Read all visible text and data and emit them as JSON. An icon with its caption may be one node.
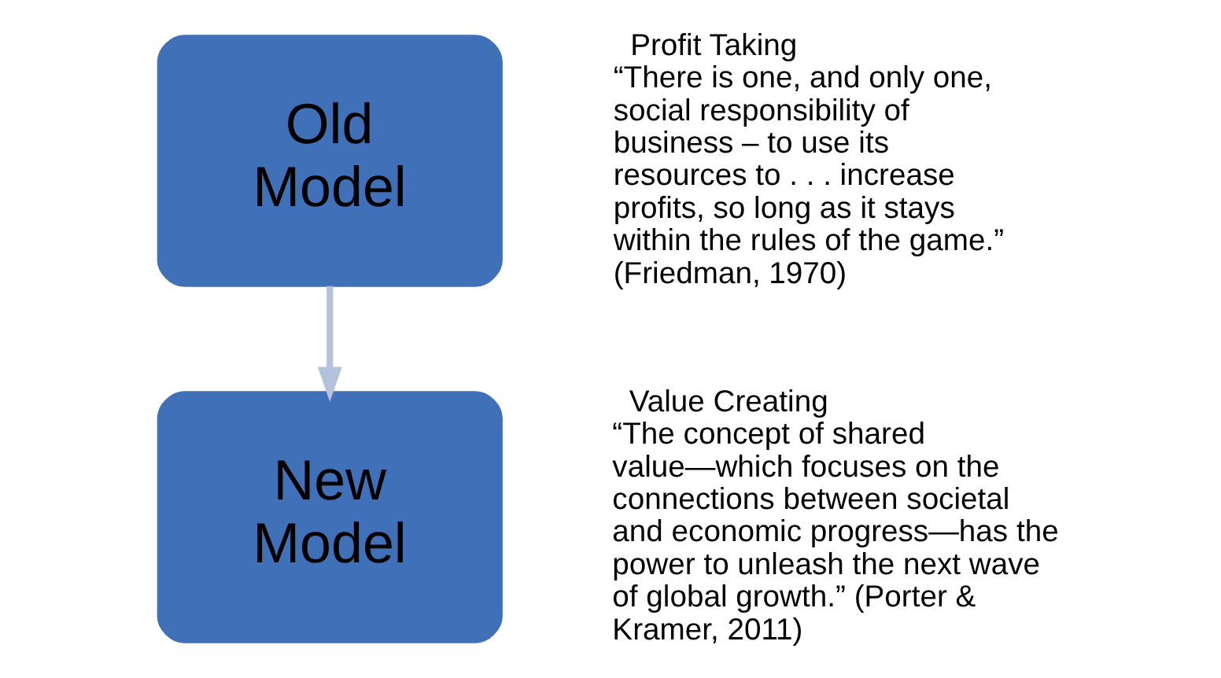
{
  "diagram": {
    "nodes": [
      {
        "text": [
          "Old Model"
        ],
        "beside": [
          "Profit Taking",
          "“There is one, and only one, social responsibility of business – to use its resources to . . . increase profits, so long as it stays within the rules of the game.”  (Friedman, 1970)"
        ]
      },
      {
        "text": [
          "New Model"
        ],
        "beside": [
          "Value Creating",
          "“The concept of shared value—which focuses on the connections between societal and economic progress—has the power to unleash the next wave of global growth.” (Porter & Kramer, 2011)"
        ]
      }
    ],
    "edges": [
      {
        "from": 0,
        "to": 1,
        "arrow": "to",
        "color": "#b4c2dd"
      }
    ]
  }
}
